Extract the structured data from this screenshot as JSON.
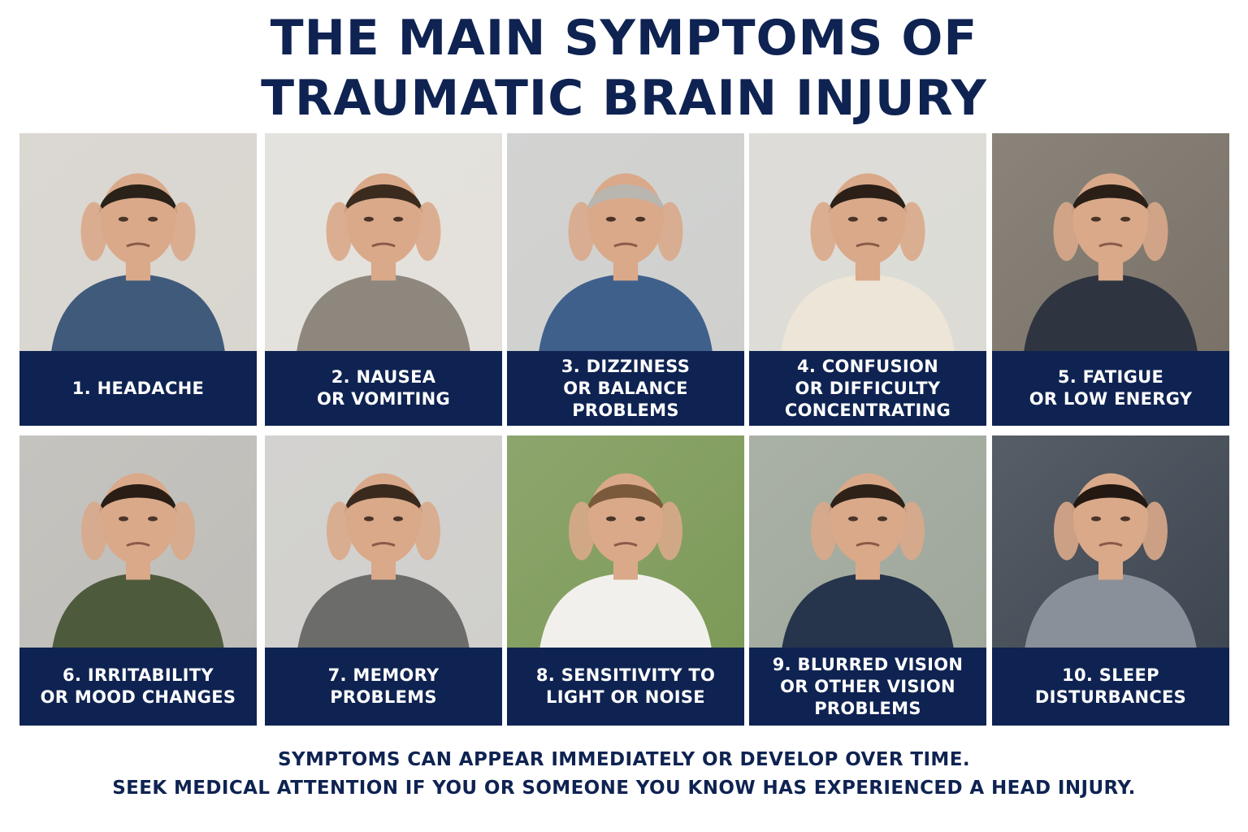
{
  "title": {
    "line1": "THE MAIN SYMPTOMS OF",
    "line2": "TRAUMATIC BRAIN INJURY"
  },
  "symptoms": [
    {
      "label": "1. HEADACHE",
      "icon": "headache-photo",
      "bg": "#d9d5cf",
      "shirt": "#3f5a7a",
      "hair": "#2a2118"
    },
    {
      "label": "2. NAUSEA\nOR VOMITING",
      "icon": "nausea-photo",
      "bg": "#e4e1dc",
      "shirt": "#8d877d",
      "hair": "#3b2a1e"
    },
    {
      "label": "3. DIZZINESS\nOR BALANCE\nPROBLEMS",
      "icon": "dizziness-photo",
      "bg": "#cfd0ce",
      "shirt": "#40608c",
      "hair": "#b9b6b0"
    },
    {
      "label": "4. CONFUSION\nOR DIFFICULTY\nCONCENTRATING",
      "icon": "confusion-photo",
      "bg": "#dcdbd6",
      "shirt": "#ece5d8",
      "hair": "#2b1f17"
    },
    {
      "label": "5. FATIGUE\nOR LOW ENERGY",
      "icon": "fatigue-photo",
      "bg": "#7a7268",
      "shirt": "#2f3540",
      "hair": "#2a1f17"
    },
    {
      "label": "6. IRRITABILITY\nOR MOOD CHANGES",
      "icon": "irritability-photo",
      "bg": "#bfbdb8",
      "shirt": "#4e5a3c",
      "hair": "#2a1d15"
    },
    {
      "label": "7. MEMORY\nPROBLEMS",
      "icon": "memory-photo",
      "bg": "#d0cfcc",
      "shirt": "#6c6c6a",
      "hair": "#3a2a1e"
    },
    {
      "label": "8. SENSITIVITY TO\nLIGHT OR NOISE",
      "icon": "sensitivity-photo",
      "bg": "#7d9a58",
      "shirt": "#f2f0ec",
      "hair": "#7a5a3a"
    },
    {
      "label": "9. BLURRED VISION\nOR OTHER VISION\nPROBLEMS",
      "icon": "blurred-vision-photo",
      "bg": "#9fa79b",
      "shirt": "#26344c",
      "hair": "#2e2118"
    },
    {
      "label": "10. SLEEP\nDISTURBANCES",
      "icon": "sleep-photo",
      "bg": "#3e4651",
      "shirt": "#8a9099",
      "hair": "#231912"
    }
  ],
  "footer": {
    "line1": "SYMPTOMS CAN APPEAR IMMEDIATELY OR DEVELOP OVER TIME.",
    "line2": "SEEK MEDICAL ATTENTION IF YOU OR SOMEONE YOU KNOW HAS EXPERIENCED A HEAD INJURY."
  },
  "colors": {
    "navy": "#0f2352",
    "white": "#ffffff",
    "skin": "#d9a98a"
  }
}
